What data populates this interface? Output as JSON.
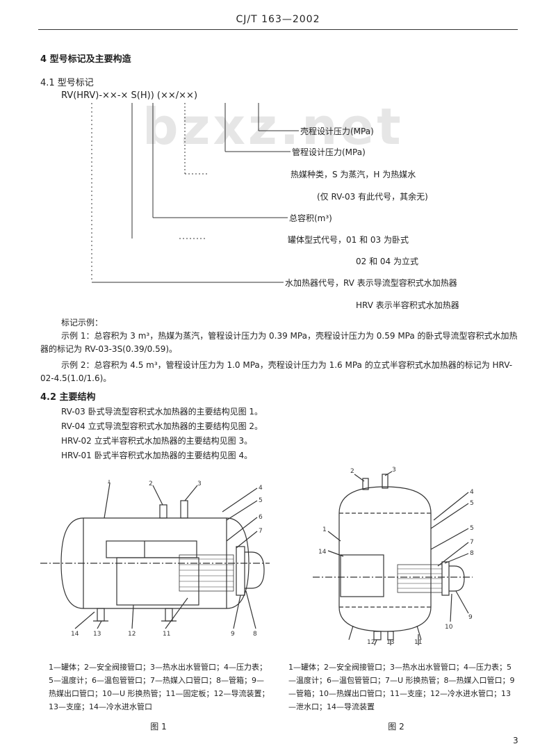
{
  "header": {
    "standard_no": "CJ/T 163—2002"
  },
  "watermark": "bzxz.net",
  "section4": {
    "title": "4  型号标记及主要构造"
  },
  "section41": {
    "title": "4.1  型号标记",
    "model_code": "RV(HRV)-××-×  S(H))  (××/××)",
    "labels": {
      "shell_pressure": "壳程设计压力(MPa)",
      "tube_pressure": "管程设计压力(MPa)",
      "medium": "热媒种类，S 为蒸汽，H 为热媒水",
      "medium_note": "(仅 RV-03 有此代号，其余无)",
      "volume": "总容积(m³)",
      "body_type": "罐体型式代号，01 和 03 为卧式",
      "body_type_note": "02 和 04 为立式",
      "heater_code": "水加热器代号，RV 表示导流型容积式水加热器",
      "heater_code_note": "HRV 表示半容积式水加热器"
    },
    "example_title": "标记示例：",
    "example1": "示例 1：总容积为 3 m³，热媒为蒸汽，管程设计压力为 0.39 MPa，壳程设计压力为 0.59 MPa 的卧式导流型容积式水加热器的标记为 RV-03-3S(0.39/0.59)。",
    "example2": "示例 2：总容积为 4.5 m³，管程设计压力为 1.0 MPa，壳程设计压力为 1.6 MPa 的立式半容积式水加热器的标记为 HRV-02-4.5(1.0/1.6)。"
  },
  "section42": {
    "title": "4.2  主要结构",
    "lines": [
      "RV-03 卧式导流型容积式水加热器的主要结构见图 1。",
      "RV-04 立式导流型容积式水加热器的主要结构见图 2。",
      "HRV-02 立式半容积式水加热器的主要结构见图 3。",
      "HRV-01 卧式半容积式水加热器的主要结构见图 4。"
    ]
  },
  "figure1": {
    "numbers": [
      "1",
      "2",
      "3",
      "4",
      "5",
      "6",
      "7",
      "8",
      "9",
      "11",
      "12",
      "13",
      "14"
    ],
    "caption": "1—罐体；2—安全阀接管口；3—热水出水管管口；4—压力表；5—温度计；6—温包管管口；7—热媒入口管口；8—管箱；9—热媒出口管口；10—U 形换热管；11—固定板；12—导流装置；13—支座；14—冷水进水管口",
    "label": "图 1"
  },
  "figure2": {
    "numbers": [
      "1",
      "2",
      "3",
      "4",
      "5",
      "5",
      "7",
      "8",
      "9",
      "10",
      "11",
      "12",
      "13",
      "14"
    ],
    "caption": "1—罐体；2—安全阀接管口；3—热水出水管管口；4—压力表；5—温度计；6—温包管管口；7—U 形换热管；8—热媒入口管口；9—管箱；10—热媒出口管口；11—支座；12—冷水进水管口；13—泄水口；14—导流装置",
    "label": "图 2"
  },
  "page_number": "3"
}
